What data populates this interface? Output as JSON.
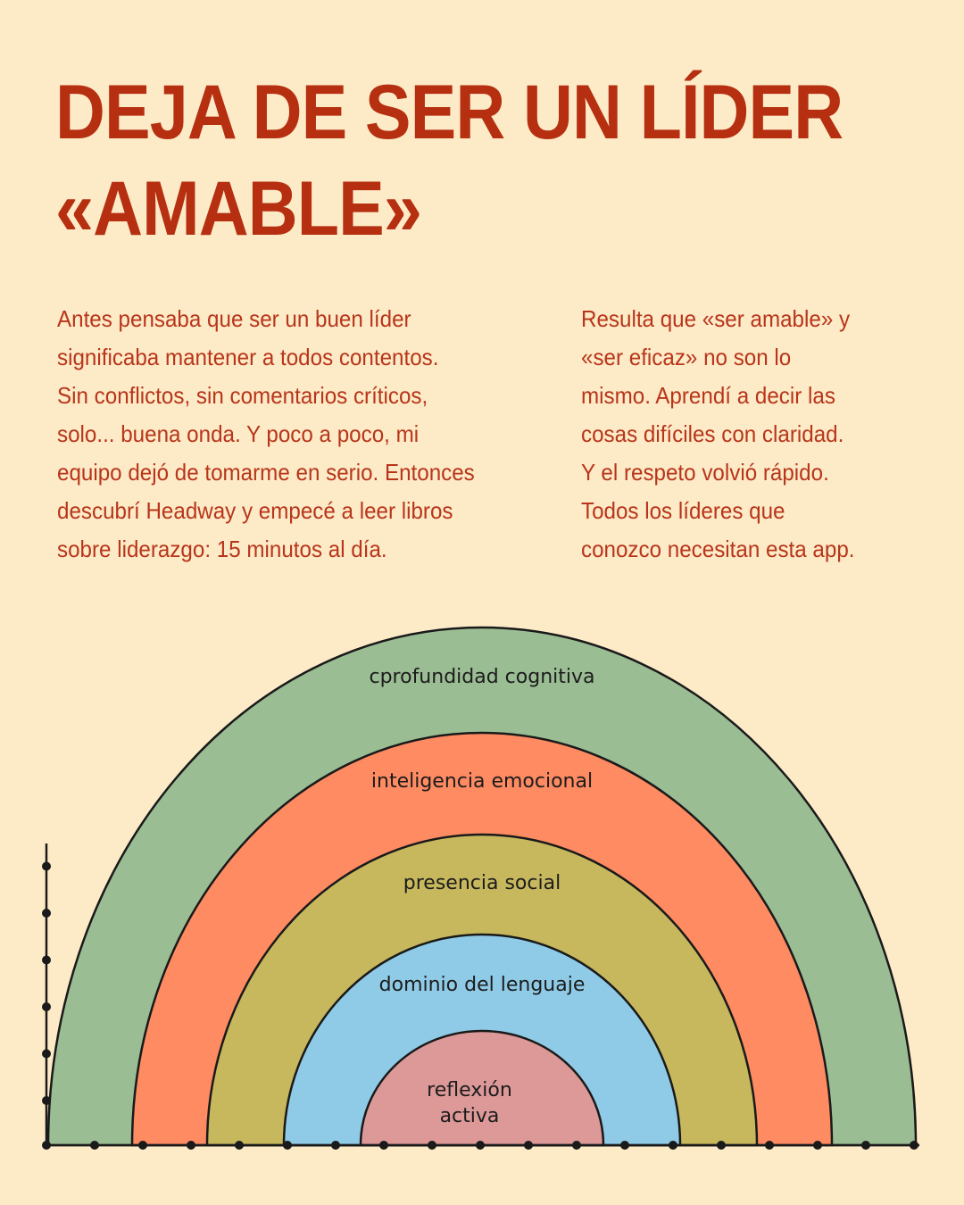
{
  "title": {
    "line1": "DEJA DE SER UN LÍDER",
    "line2": "«AMABLE»"
  },
  "intro_left": [
    "Antes pensaba que ser un buen líder",
    "significaba mantener a todos contentos.",
    "Sin conflictos, sin comentarios críticos,",
    "solo... buena onda. Y poco a poco, mi",
    "equipo dejó de tomarme en serio. Entonces",
    "descubrí Headway y empecé a leer libros",
    "sobre liderazgo: 15 minutos al día."
  ],
  "intro_right": [
    "Resulta que «ser amable» y",
    "«ser  eficaz» no son lo",
    "mismo. Aprendí a decir las",
    "cosas difíciles con claridad.",
    "Y el respeto volvió rápido.",
    "Todos los líderes que",
    "conozco necesitan esta app."
  ],
  "rainbow": {
    "bands": [
      {
        "label": "cprofundidad cognitiva",
        "color": "#9bbd94"
      },
      {
        "label": "inteligencia emocional",
        "color": "#fe8b62"
      },
      {
        "label": "presencia social",
        "color": "#c7b85e"
      },
      {
        "label": "dominio del lenguaje",
        "color": "#8fcbe6"
      },
      {
        "label": "reflexión\nactiva",
        "color": "#dc9998"
      }
    ],
    "outline_color": "#1a1a1a"
  },
  "colors": {
    "background": "#fdebc8",
    "title": "#b52f10",
    "body_text": "#b8351a"
  }
}
